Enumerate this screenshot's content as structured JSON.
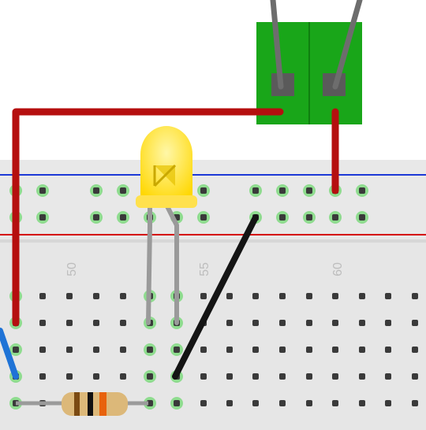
{
  "breadboard": {
    "body_color": "#e6e6e6",
    "hole_color": "#3a3a3a",
    "connected_hole_color": "#8fdc8f",
    "rail_positive_color": "#d40000",
    "rail_negative_color": "#1c39d6",
    "column_labels": [
      "50",
      "55",
      "60"
    ]
  },
  "components": {
    "terminal_block": {
      "color": "#19a619"
    },
    "led": {
      "color": "#ffe14d"
    },
    "resistor": {
      "band_colors": [
        "#7b4a12",
        "#111111",
        "#e8620c"
      ]
    }
  },
  "wires": [
    {
      "id": "red-power-wire",
      "color": "#b50f0f"
    },
    {
      "id": "red-rail-jumper",
      "color": "#b50f0f"
    },
    {
      "id": "black-ground-wire",
      "color": "#141414"
    },
    {
      "id": "blue-wire",
      "color": "#1f73d6"
    }
  ]
}
